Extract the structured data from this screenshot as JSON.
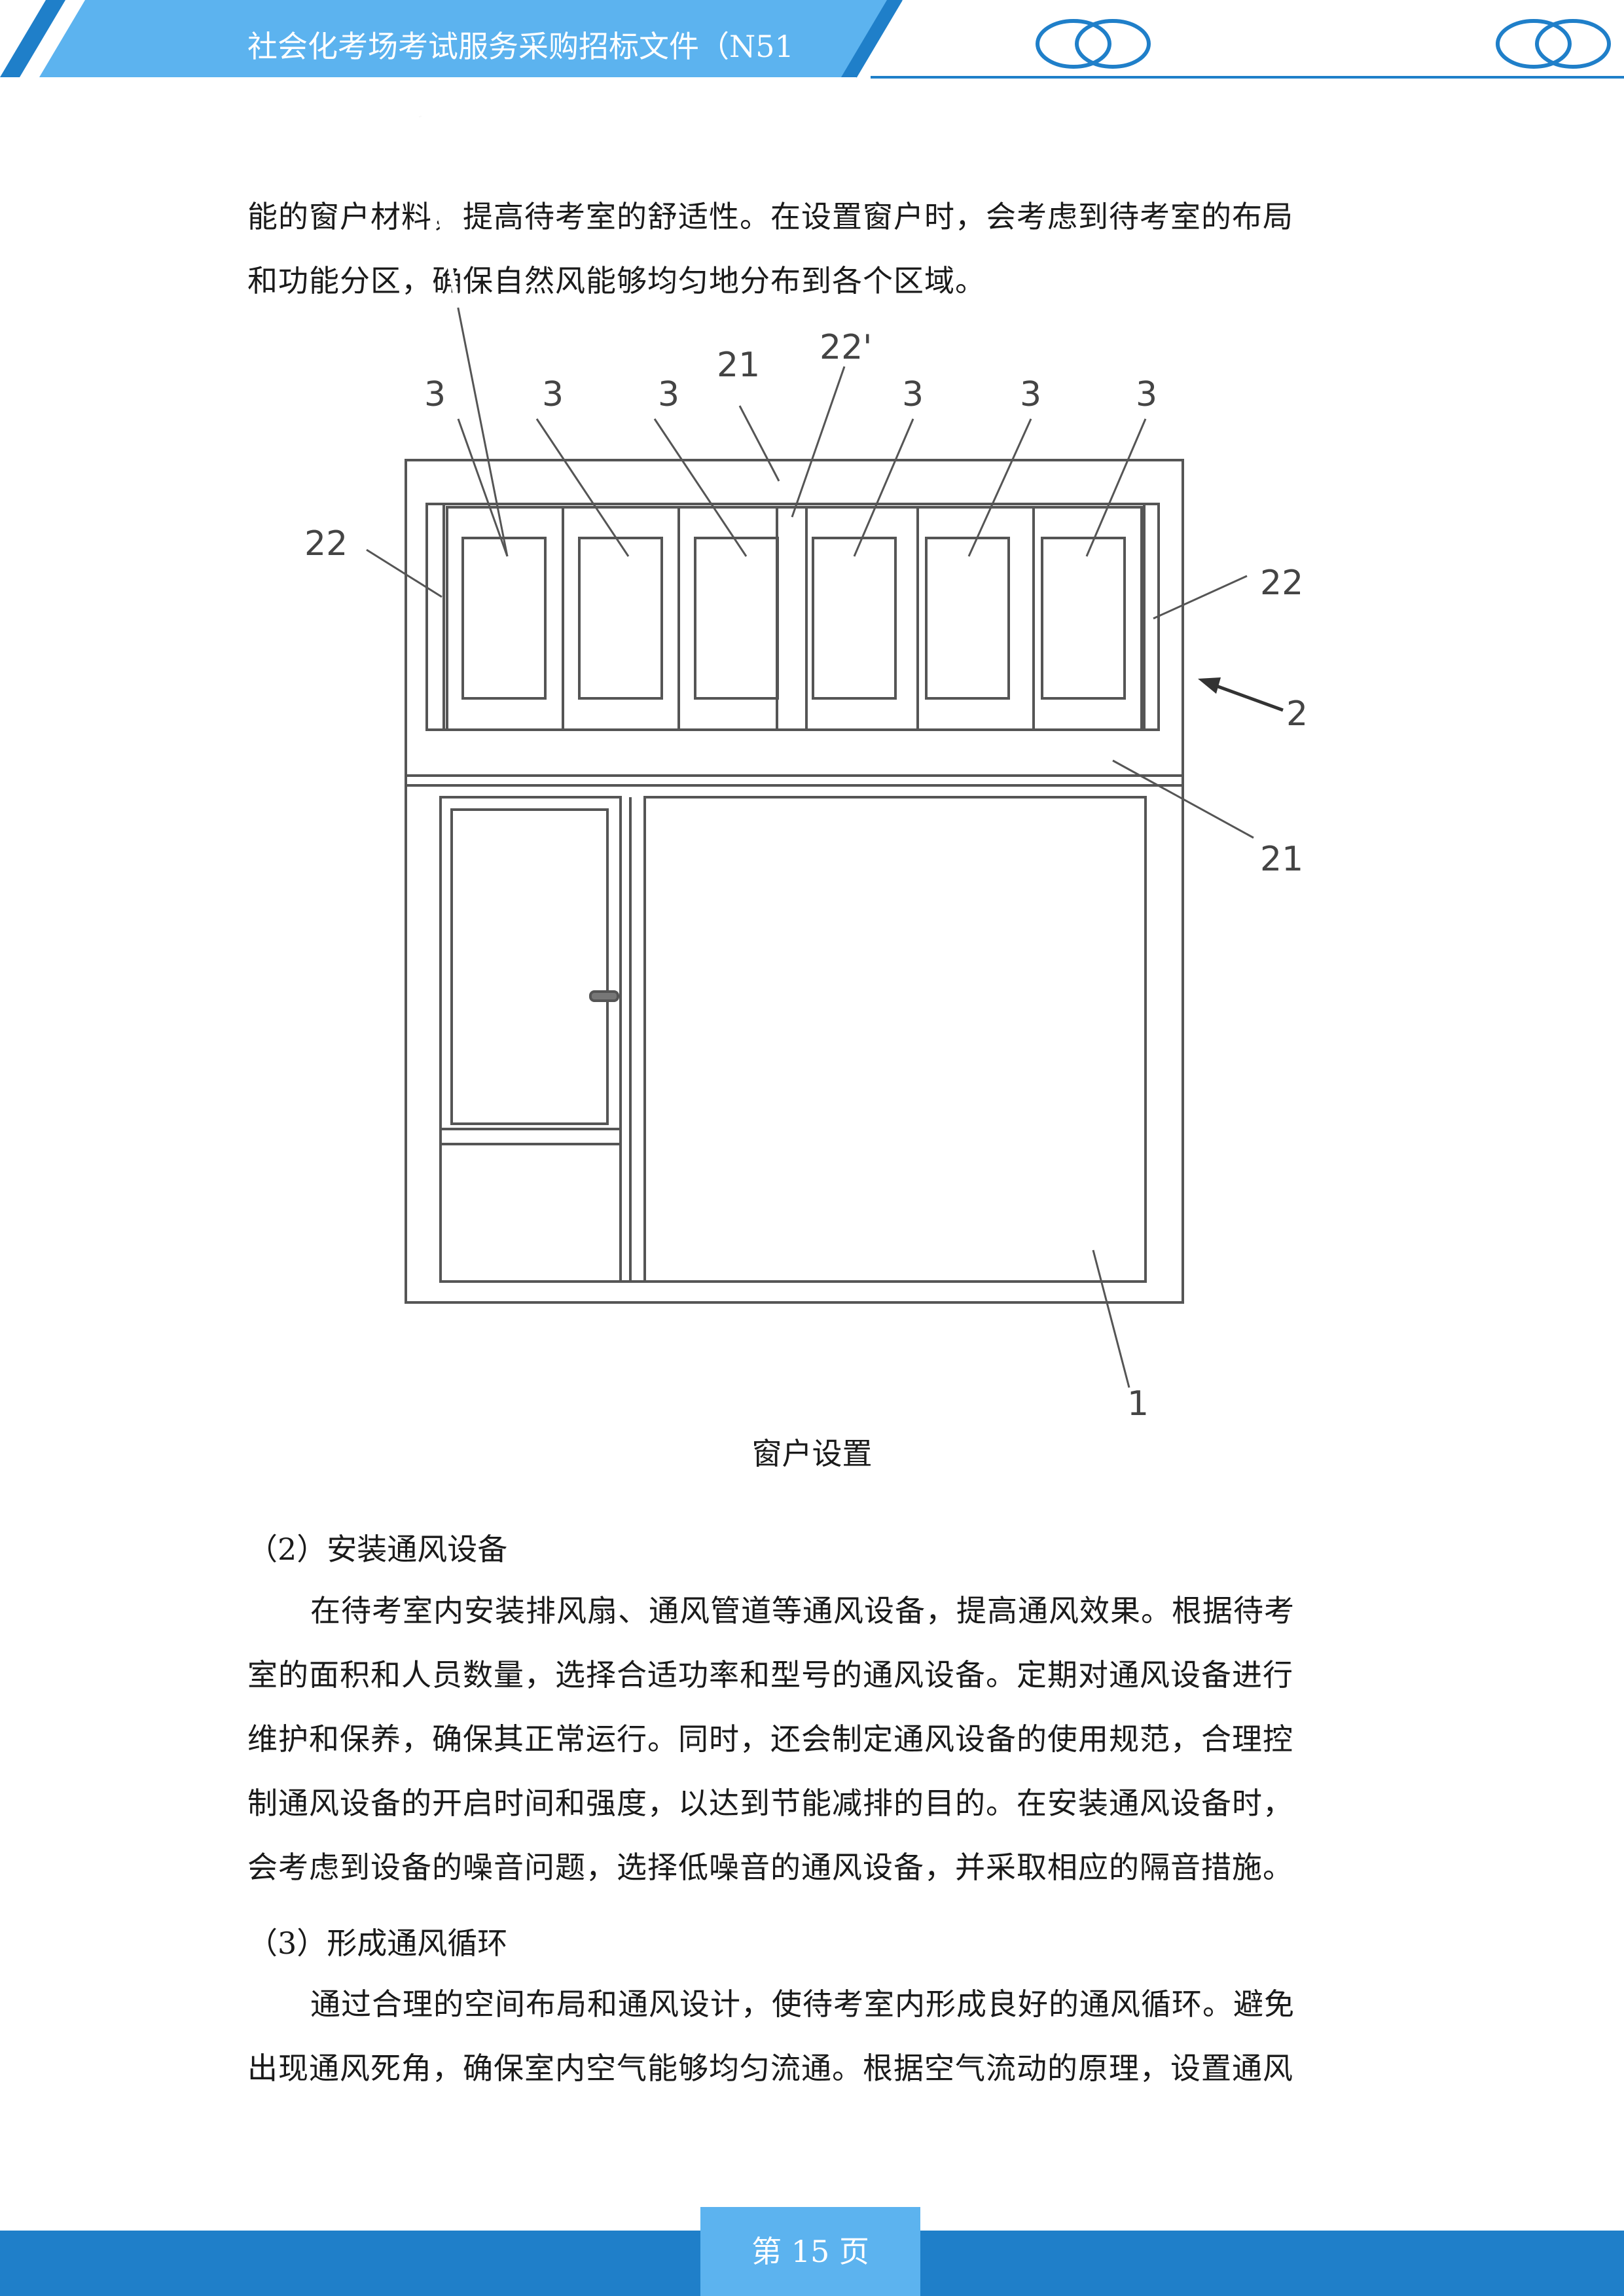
{
  "header": {
    "title": "社会化考场考试服务采购招标文件（N51"
  },
  "intro": {
    "lines": [
      "能的窗户材料，提高待考室的舒适性。在设置窗户时，会考虑到待考室的布局",
      "和功能分区，确保自然风能够均匀地分布到各个区域。"
    ]
  },
  "figure": {
    "caption": "窗户设置",
    "labels": {
      "window_pane": "3",
      "frame_bar": "21",
      "side_post": "22",
      "center_post": "22'",
      "assembly": "2",
      "door_frame": "1"
    }
  },
  "section2": {
    "heading": "（2）安装通风设备",
    "lines": [
      "在待考室内安装排风扇、通风管道等通风设备，提高通风效果。根据待考",
      "室的面积和人员数量，选择合适功率和型号的通风设备。定期对通风设备进行",
      "维护和保养，确保其正常运行。同时，还会制定通风设备的使用规范，合理控",
      "制通风设备的开启时间和强度，以达到节能减排的目的。在安装通风设备时，",
      "会考虑到设备的噪音问题，选择低噪音的通风设备，并采取相应的隔音措施。"
    ]
  },
  "section3": {
    "heading": "（3）形成通风循环",
    "lines": [
      "通过合理的空间布局和通风设计，使待考室内形成良好的通风循环。避免",
      "出现通风死角，确保室内空气能够均匀流通。根据空气流动的原理，设置通风"
    ]
  },
  "footer": {
    "page_label": "第 15 页"
  },
  "colors": {
    "header_blue": "#5cb3ef",
    "header_dark": "#1f7fc9",
    "footer_blue": "#1f7fc9"
  }
}
